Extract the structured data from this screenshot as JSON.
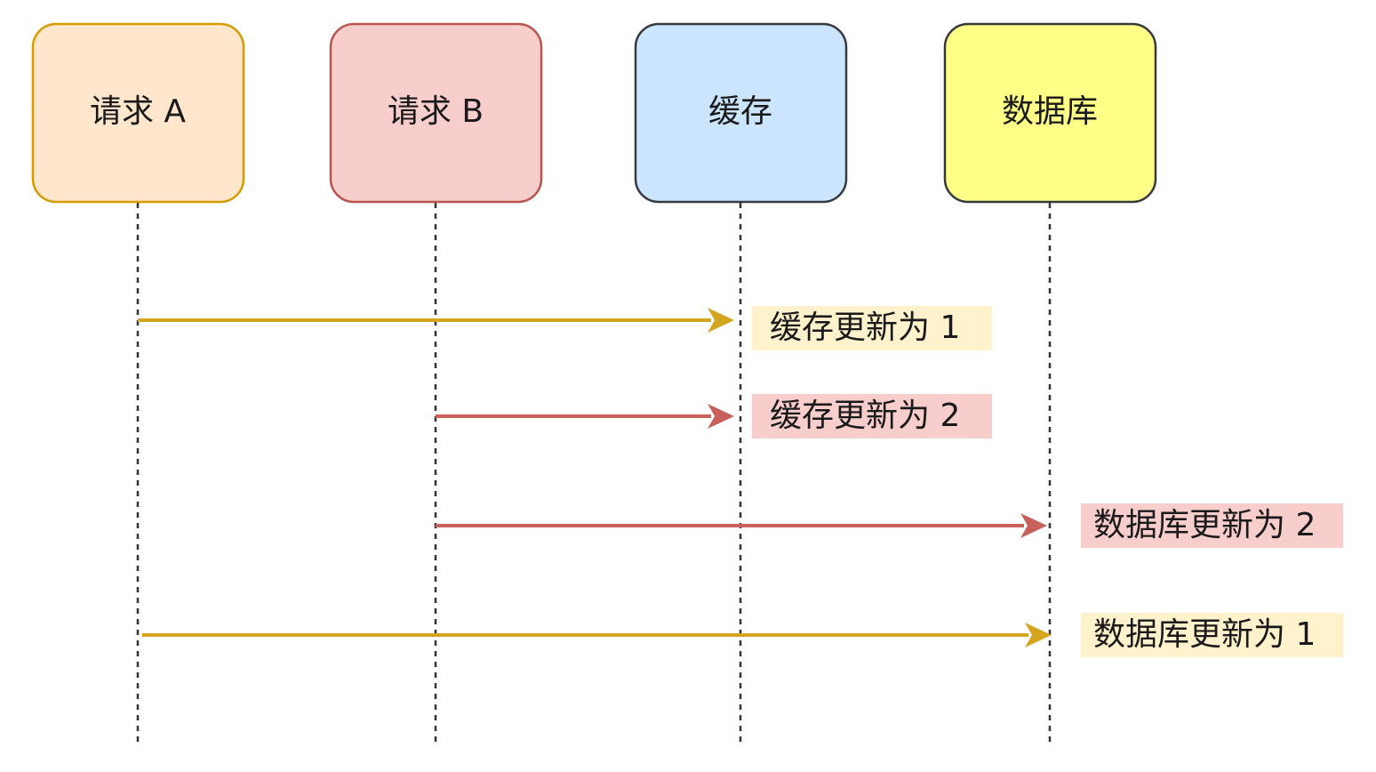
{
  "participants": [
    {
      "id": "request-a",
      "label": "请求 A",
      "fill": "#ffe6cc",
      "stroke": "#d79b00"
    },
    {
      "id": "request-b",
      "label": "请求 B",
      "fill": "#f8cecc",
      "stroke": "#b85450"
    },
    {
      "id": "cache",
      "label": "缓存",
      "fill": "#cce5ff",
      "stroke": "#36393d"
    },
    {
      "id": "database",
      "label": "数据库",
      "fill": "#ffff88",
      "stroke": "#36393d"
    }
  ],
  "messages": [
    {
      "from": "request-a",
      "to": "cache",
      "label": "缓存更新为 1",
      "color": "#d6a51f",
      "label_bg": "#fff2cc"
    },
    {
      "from": "request-b",
      "to": "cache",
      "label": "缓存更新为 2",
      "color": "#c8605c",
      "label_bg": "#f8cecc"
    },
    {
      "from": "request-b",
      "to": "database",
      "label": "数据库更新为 2",
      "color": "#c8605c",
      "label_bg": "#f8cecc"
    },
    {
      "from": "request-a",
      "to": "database",
      "label": "数据库更新为 1",
      "color": "#d6a51f",
      "label_bg": "#fff2cc"
    }
  ]
}
